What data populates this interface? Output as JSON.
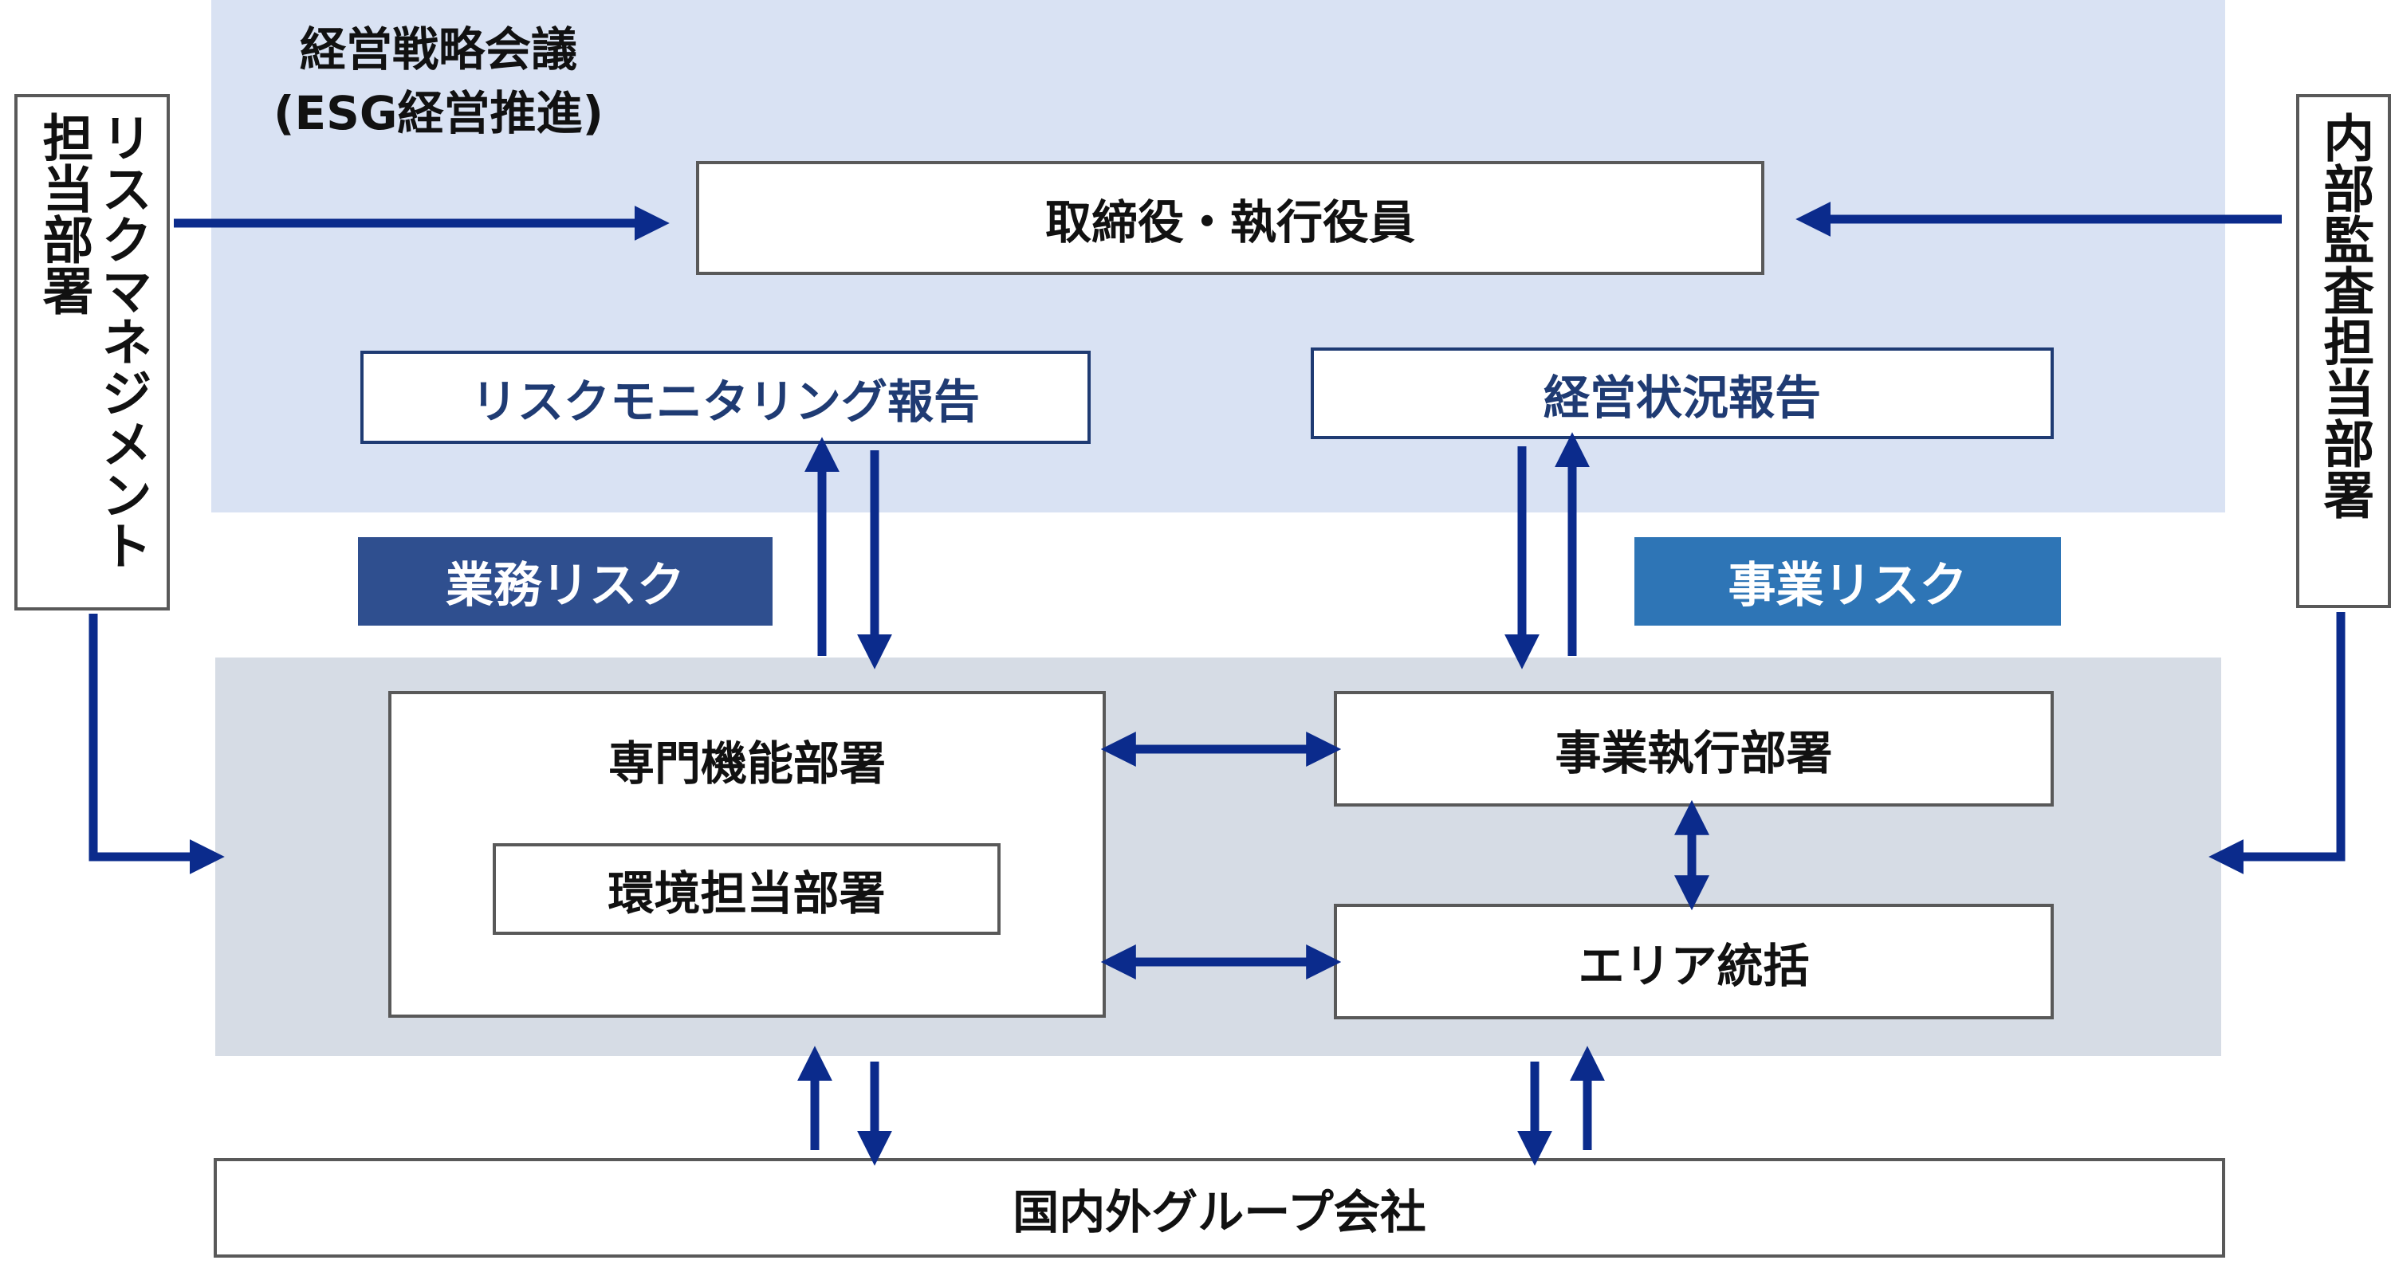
{
  "council": {
    "line1": "経営戦略会議",
    "line2": "(ESG経営推進)"
  },
  "boxes": {
    "board": "取締役・執行役員",
    "risk_monitoring_report": "リスクモニタリング報告",
    "business_status_report": "経営状況報告",
    "operational_risk": "業務リスク",
    "business_risk": "事業リスク",
    "specialized_departments": "専門機能部署",
    "environment_department": "環境担当部署",
    "business_execution": "事業執行部署",
    "area_management": "エリア統括",
    "group_companies": "国内外グループ会社"
  },
  "side": {
    "left_line1": "リスクマネジメント",
    "left_line2": "担当部署",
    "right": "内部監査担当部署"
  },
  "colors": {
    "top_band": "#d9e2f3",
    "middle_band": "#d6dce5",
    "arrow": "#0b2b8c",
    "operational_risk_fill": "#2f4f8f",
    "business_risk_fill": "#2e75b6",
    "report_text": "#1f3b73"
  }
}
